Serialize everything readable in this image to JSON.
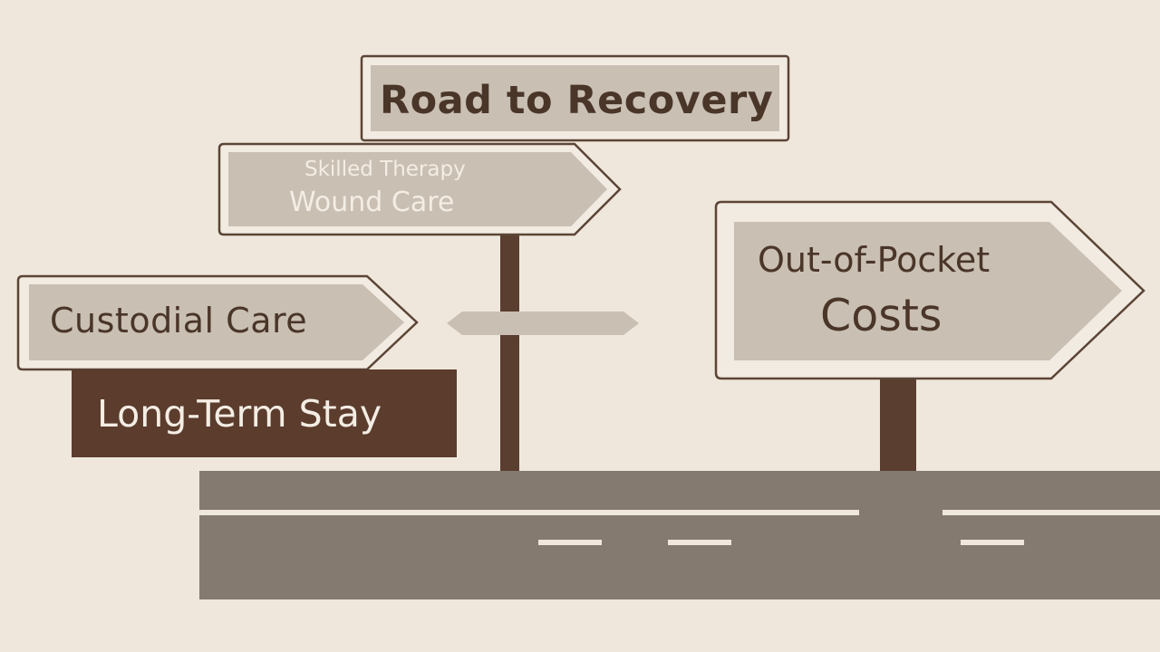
{
  "signs": {
    "road_to_recovery": "Road to Recovery",
    "skilled_therapy": "Skilled Therapy",
    "wound_care": "Wound Care",
    "custodial_care": "Custodial Care",
    "long_term_stay": "Long-Term Stay",
    "out_of_pocket_line1": "Out-of-Pocket",
    "out_of_pocket_line2": "Costs"
  },
  "colors": {
    "background": "#efe7dc",
    "sign_fill": "#c9bfb3",
    "sign_border": "#5b4536",
    "post": "#5a3e30",
    "dark_sign": "#5b3c2d",
    "road": "#847a70",
    "road_line": "#efe7dc",
    "text_dark": "#4a3529",
    "text_light": "#f4ede4"
  }
}
